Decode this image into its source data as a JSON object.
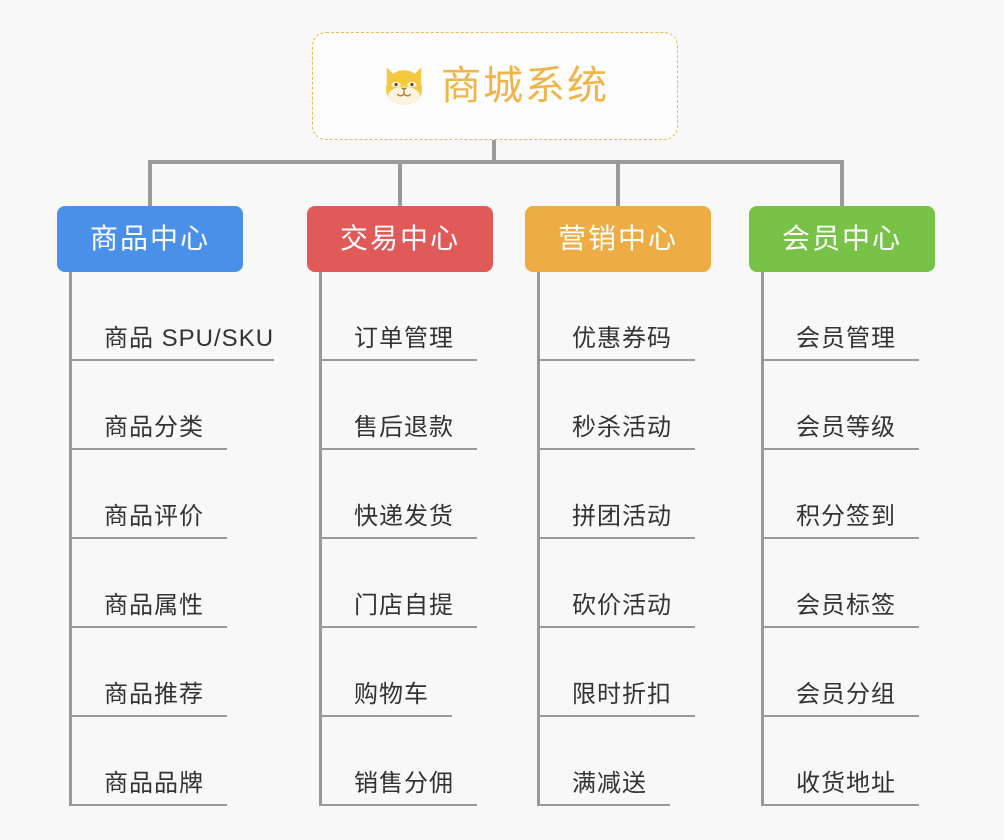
{
  "page": {
    "background_color": "#f8f8f9",
    "title": "商城系统"
  },
  "root": {
    "label": "商城系统",
    "icon": "shiba-dog-icon",
    "text_color": "#f0b54a",
    "border_color": "#f0b950",
    "background_color": "#fdfdfd"
  },
  "connector": {
    "color": "#9a9a9a"
  },
  "columns": [
    {
      "id": "product-center",
      "label": "商品中心",
      "color": "#4a90e8",
      "items": [
        {
          "label": "商品 SPU/SKU",
          "underline_width": 202
        },
        {
          "label": "商品分类",
          "underline_width": 155
        },
        {
          "label": "商品评价",
          "underline_width": 155
        },
        {
          "label": "商品属性",
          "underline_width": 155
        },
        {
          "label": "商品推荐",
          "underline_width": 155
        },
        {
          "label": "商品品牌",
          "underline_width": 155
        }
      ]
    },
    {
      "id": "trade-center",
      "label": "交易中心",
      "color": "#e05a5a",
      "items": [
        {
          "label": "订单管理",
          "underline_width": 155
        },
        {
          "label": "售后退款",
          "underline_width": 155
        },
        {
          "label": "快递发货",
          "underline_width": 155
        },
        {
          "label": "门店自提",
          "underline_width": 155
        },
        {
          "label": "购物车",
          "underline_width": 130
        },
        {
          "label": "销售分佣",
          "underline_width": 155
        }
      ]
    },
    {
      "id": "marketing-center",
      "label": "营销中心",
      "color": "#eead44",
      "items": [
        {
          "label": "优惠券码",
          "underline_width": 155
        },
        {
          "label": "秒杀活动",
          "underline_width": 155
        },
        {
          "label": "拼团活动",
          "underline_width": 155
        },
        {
          "label": "砍价活动",
          "underline_width": 155
        },
        {
          "label": "限时折扣",
          "underline_width": 155
        },
        {
          "label": "满减送",
          "underline_width": 130
        }
      ]
    },
    {
      "id": "member-center",
      "label": "会员中心",
      "color": "#77c247",
      "items": [
        {
          "label": "会员管理",
          "underline_width": 155
        },
        {
          "label": "会员等级",
          "underline_width": 155
        },
        {
          "label": "积分签到",
          "underline_width": 155
        },
        {
          "label": "会员标签",
          "underline_width": 155
        },
        {
          "label": "会员分组",
          "underline_width": 155
        },
        {
          "label": "收货地址",
          "underline_width": 155
        }
      ]
    }
  ]
}
